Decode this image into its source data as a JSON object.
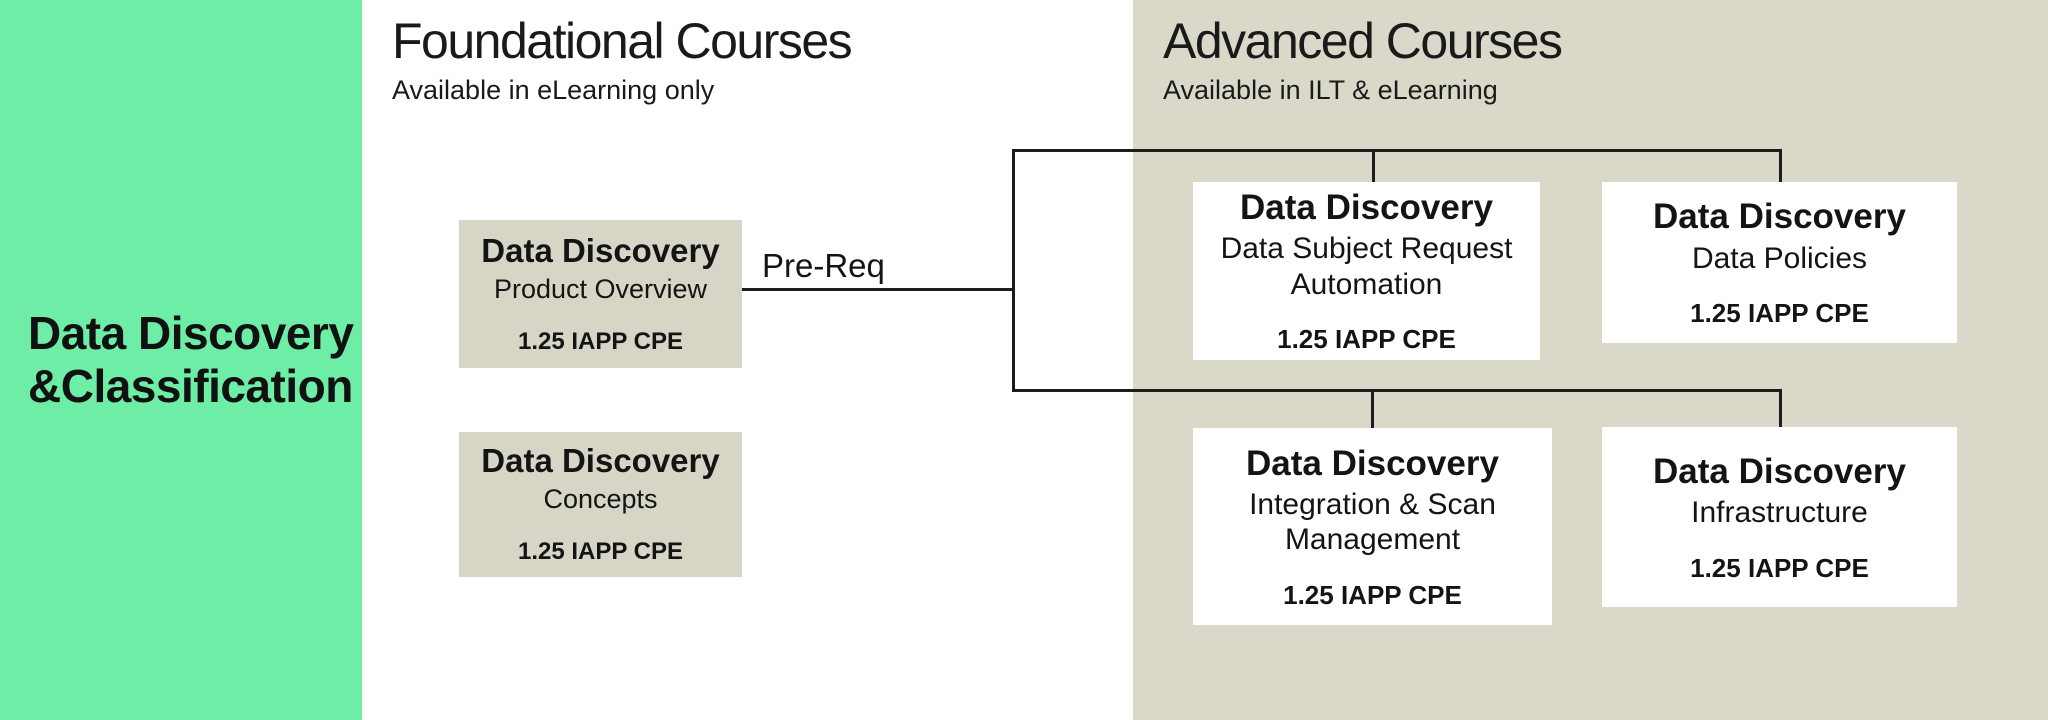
{
  "palette": {
    "green": "#6deda6",
    "panel_grey": "#d9d8c9",
    "box_grey": "#d7d5c6",
    "line": "#1c1c1c",
    "white_box": "#ffffff"
  },
  "category_panel": {
    "title_line1": "Data Discovery",
    "title_line2": "&Classification"
  },
  "foundational": {
    "title": "Foundational Courses",
    "subtitle": "Available in eLearning only",
    "courses": [
      {
        "title": "Data Discovery",
        "subtitle": "Product Overview",
        "credit": "1.25 IAPP CPE"
      },
      {
        "title": "Data Discovery",
        "subtitle": "Concepts",
        "credit": "1.25 IAPP CPE"
      }
    ]
  },
  "advanced": {
    "title": "Advanced Courses",
    "subtitle": "Available in ILT & eLearning",
    "courses": [
      {
        "title": "Data Discovery",
        "subtitle": "Data Subject Request Automation",
        "credit": "1.25 IAPP CPE"
      },
      {
        "title": "Data Discovery",
        "subtitle": "Data Policies",
        "credit": "1.25 IAPP CPE"
      },
      {
        "title": "Data Discovery",
        "subtitle": "Integration & Scan Management",
        "credit": "1.25 IAPP CPE"
      },
      {
        "title": "Data Discovery",
        "subtitle": "Infrastructure",
        "credit": "1.25 IAPP CPE"
      }
    ]
  },
  "connector": {
    "prereq_label": "Pre-Req"
  }
}
